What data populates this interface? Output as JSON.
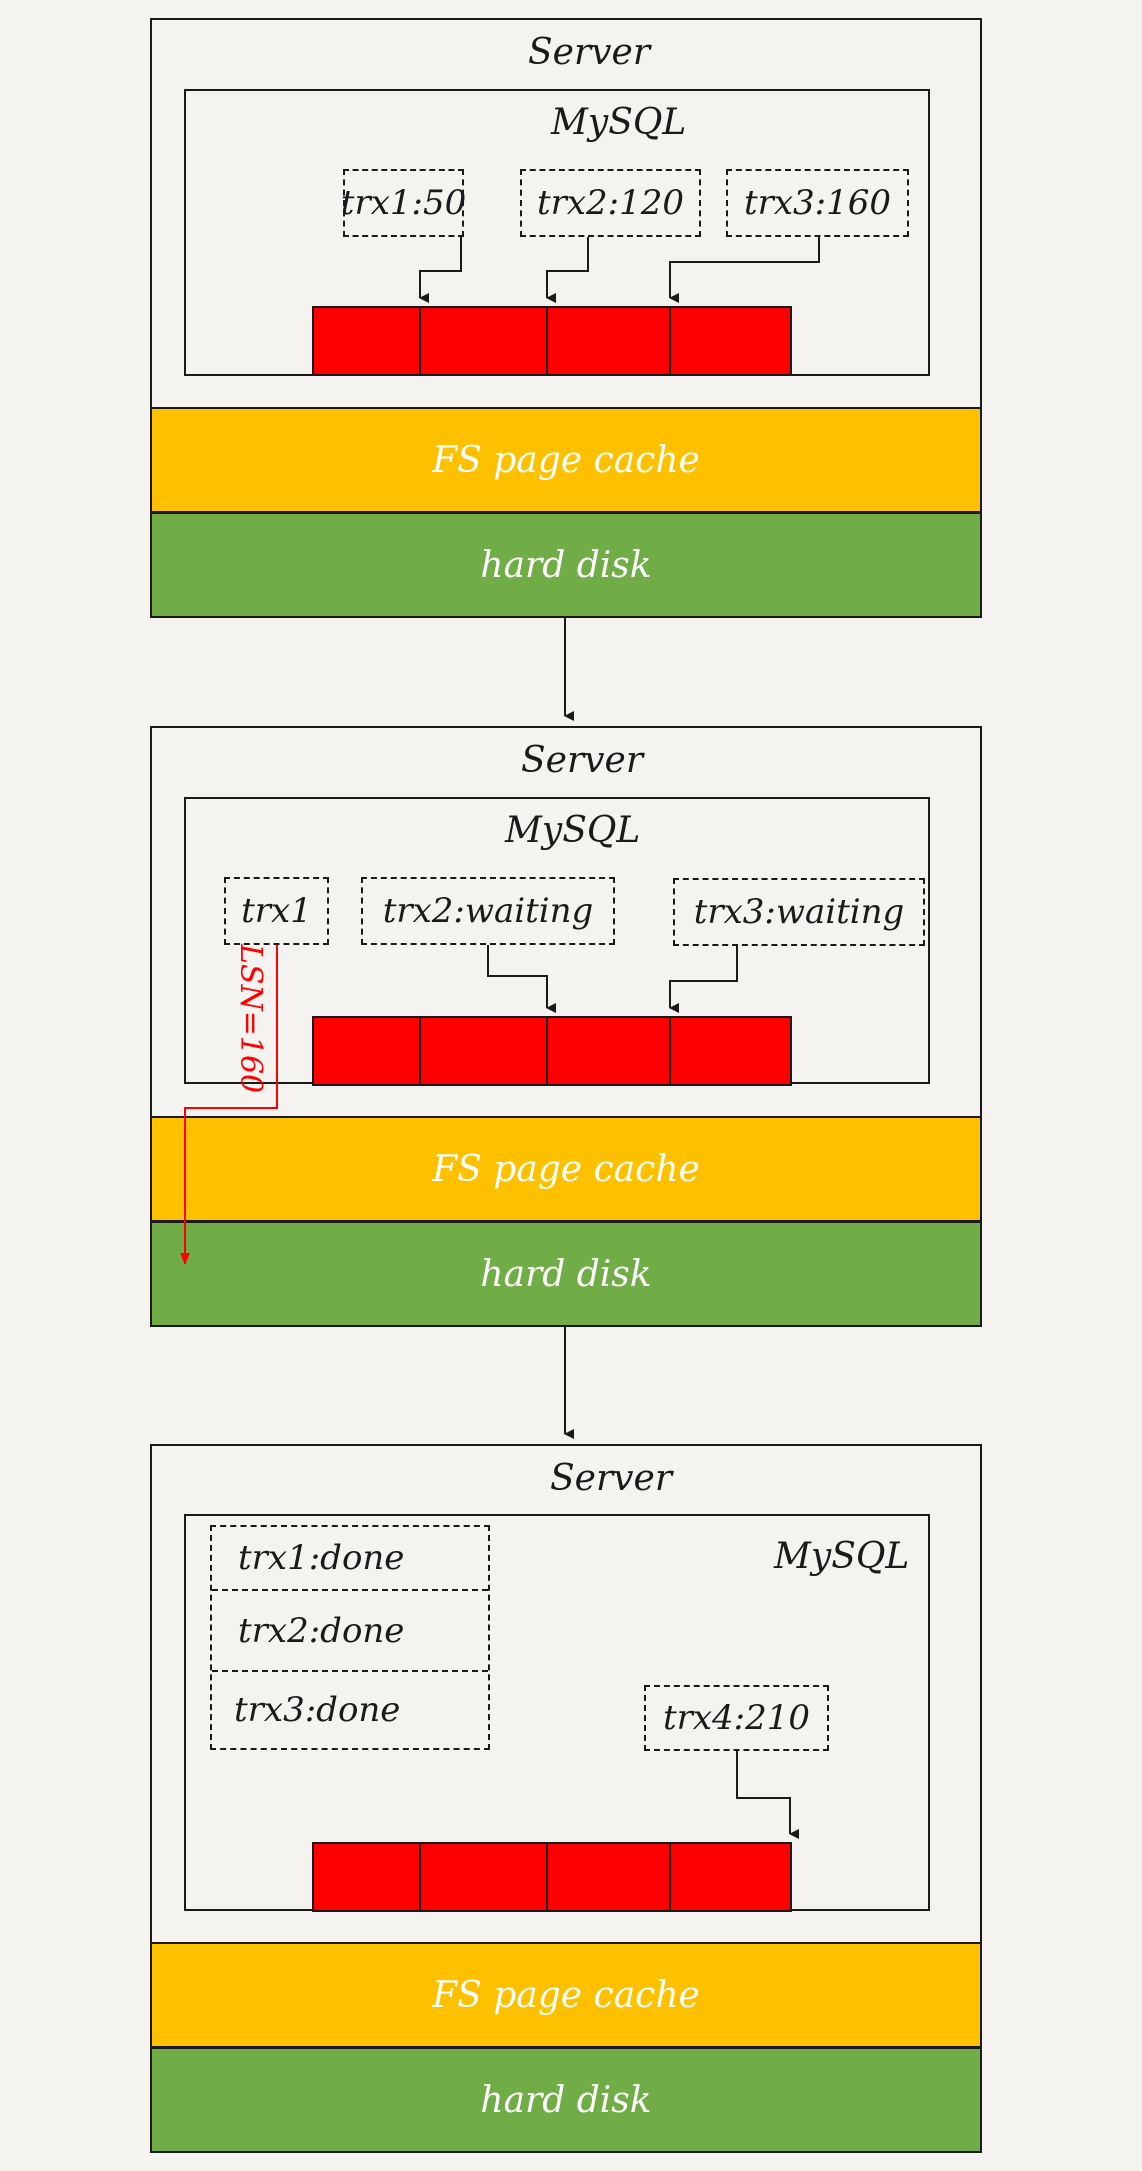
{
  "panels": [
    {
      "server_label": "Server",
      "mysql_label": "MySQL",
      "transactions": [
        "trx1:50",
        "trx2:120",
        "trx3:160"
      ],
      "cache_label": "FS page cache",
      "disk_label": "hard disk"
    },
    {
      "server_label": "Server",
      "mysql_label": "MySQL",
      "transactions": [
        "trx1",
        "trx2:waiting",
        "trx3:waiting"
      ],
      "lsn_label": "LSN=160",
      "cache_label": "FS page cache",
      "disk_label": "hard disk"
    },
    {
      "server_label": "Server",
      "mysql_label": "MySQL",
      "done_transactions": [
        "trx1:done",
        "trx2:done",
        "trx3:done"
      ],
      "transactions": [
        "trx4:210"
      ],
      "cache_label": "FS page cache",
      "disk_label": "hard disk"
    }
  ],
  "colors": {
    "buffer": "#ff0000",
    "cache": "#ffc000",
    "disk": "#70ad47",
    "lsn_arrow": "#ff0000"
  }
}
